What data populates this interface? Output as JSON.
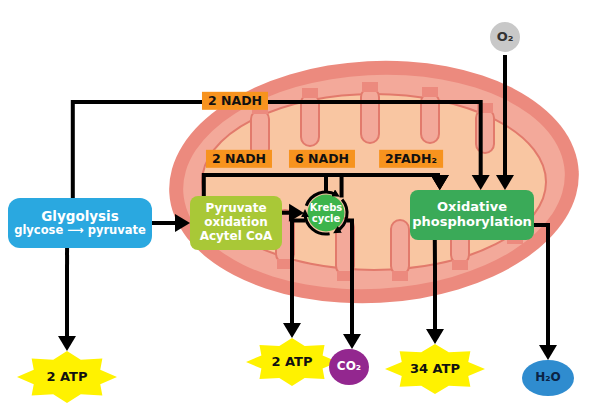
{
  "diagram": {
    "nodes": [
      {
        "text": [
          "O₂"
        ]
      },
      {
        "text": [
          "Glygolysis",
          "glycose ⟶ pyruvate"
        ]
      },
      {
        "text": [
          "Pyruvate oxidation Acytel CoA"
        ]
      },
      {
        "text": [
          "Krebs cycle"
        ]
      },
      {
        "text": [
          "Oxidative phosphorylation"
        ]
      },
      {
        "text": [
          "2 ATP"
        ]
      },
      {
        "text": [
          "2 ATP"
        ]
      },
      {
        "text": [
          "CO₂"
        ]
      },
      {
        "text": [
          "34 ATP"
        ]
      },
      {
        "text": [
          "H₂O"
        ]
      }
    ],
    "edges": [
      {
        "from": 1,
        "to": 2,
        "arrow": "to"
      },
      {
        "from": 2,
        "to": 3,
        "arrow": "to"
      },
      {
        "from": 1,
        "to": 4,
        "label": "2 NADH",
        "arrow": "to"
      },
      {
        "from": 2,
        "to": 4,
        "label": "2 NADH",
        "arrow": "to"
      },
      {
        "from": 3,
        "to": 4,
        "label": "6 NADH",
        "arrow": "to"
      },
      {
        "from": 3,
        "to": 4,
        "label": "2FADH₂",
        "arrow": "to"
      },
      {
        "from": 0,
        "to": 4,
        "arrow": "to"
      },
      {
        "from": 1,
        "to": 5,
        "arrow": "to"
      },
      {
        "from": 3,
        "to": 6,
        "arrow": "to"
      },
      {
        "from": 3,
        "to": 7,
        "arrow": "to"
      },
      {
        "from": 4,
        "to": 8,
        "arrow": "to"
      },
      {
        "from": 4,
        "to": 9,
        "arrow": "to"
      }
    ]
  }
}
